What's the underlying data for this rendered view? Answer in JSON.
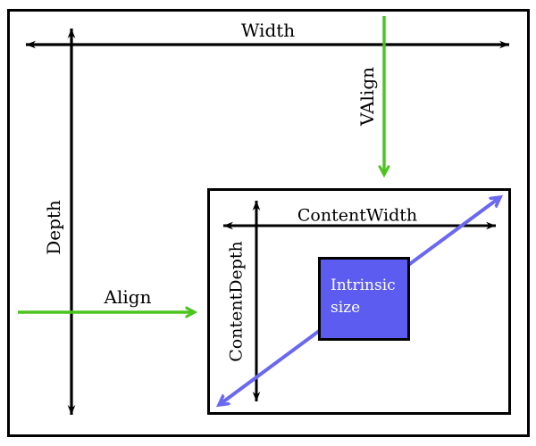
{
  "diagram": {
    "title": "Box layout dimensions diagram",
    "labels": {
      "width": "Width",
      "depth": "Depth",
      "valign": "VAlign",
      "align": "Align",
      "content_width": "ContentWidth",
      "content_depth": "ContentDepth",
      "intrinsic_size": "Intrinsic size"
    },
    "colors": {
      "black": "#000000",
      "green": "#4cc31e",
      "blue": "#6a68f0",
      "intrinsic_fill": "#5d5cf0",
      "intrinsic_text": "#ffffff",
      "background": "#ffffff"
    }
  }
}
